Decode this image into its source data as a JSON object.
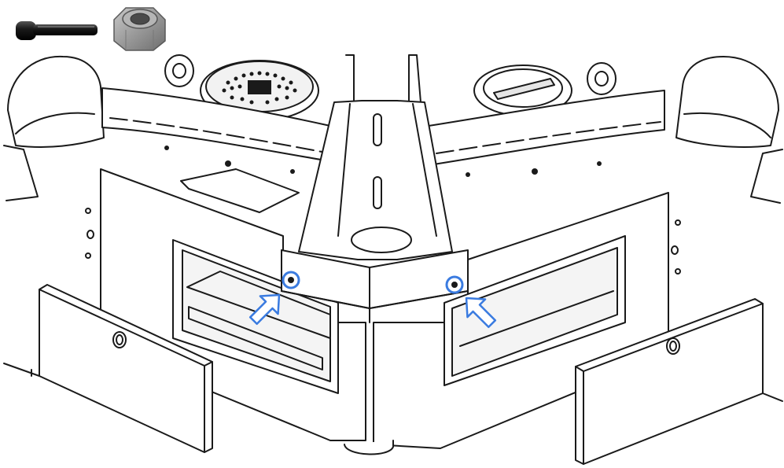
{
  "parts": [
    {
      "name": "bolt",
      "icon": "hex-socket-bolt-icon",
      "color": "#1a1a1a"
    },
    {
      "name": "nylon-lock-nut",
      "icon": "lock-nut-icon",
      "color": "#8c8c8c"
    }
  ],
  "callouts": [
    {
      "target": "left-bolt-hole",
      "icon": "arrow-up-right-icon",
      "color": "#3a7be0"
    },
    {
      "target": "right-bolt-hole",
      "icon": "arrow-up-left-icon",
      "color": "#3a7be0"
    }
  ],
  "colors": {
    "line": "#1a1a1a",
    "highlight": "#3a7be0",
    "panel_fill": "#ffffff",
    "shadow_fill": "#e6e6e6"
  }
}
